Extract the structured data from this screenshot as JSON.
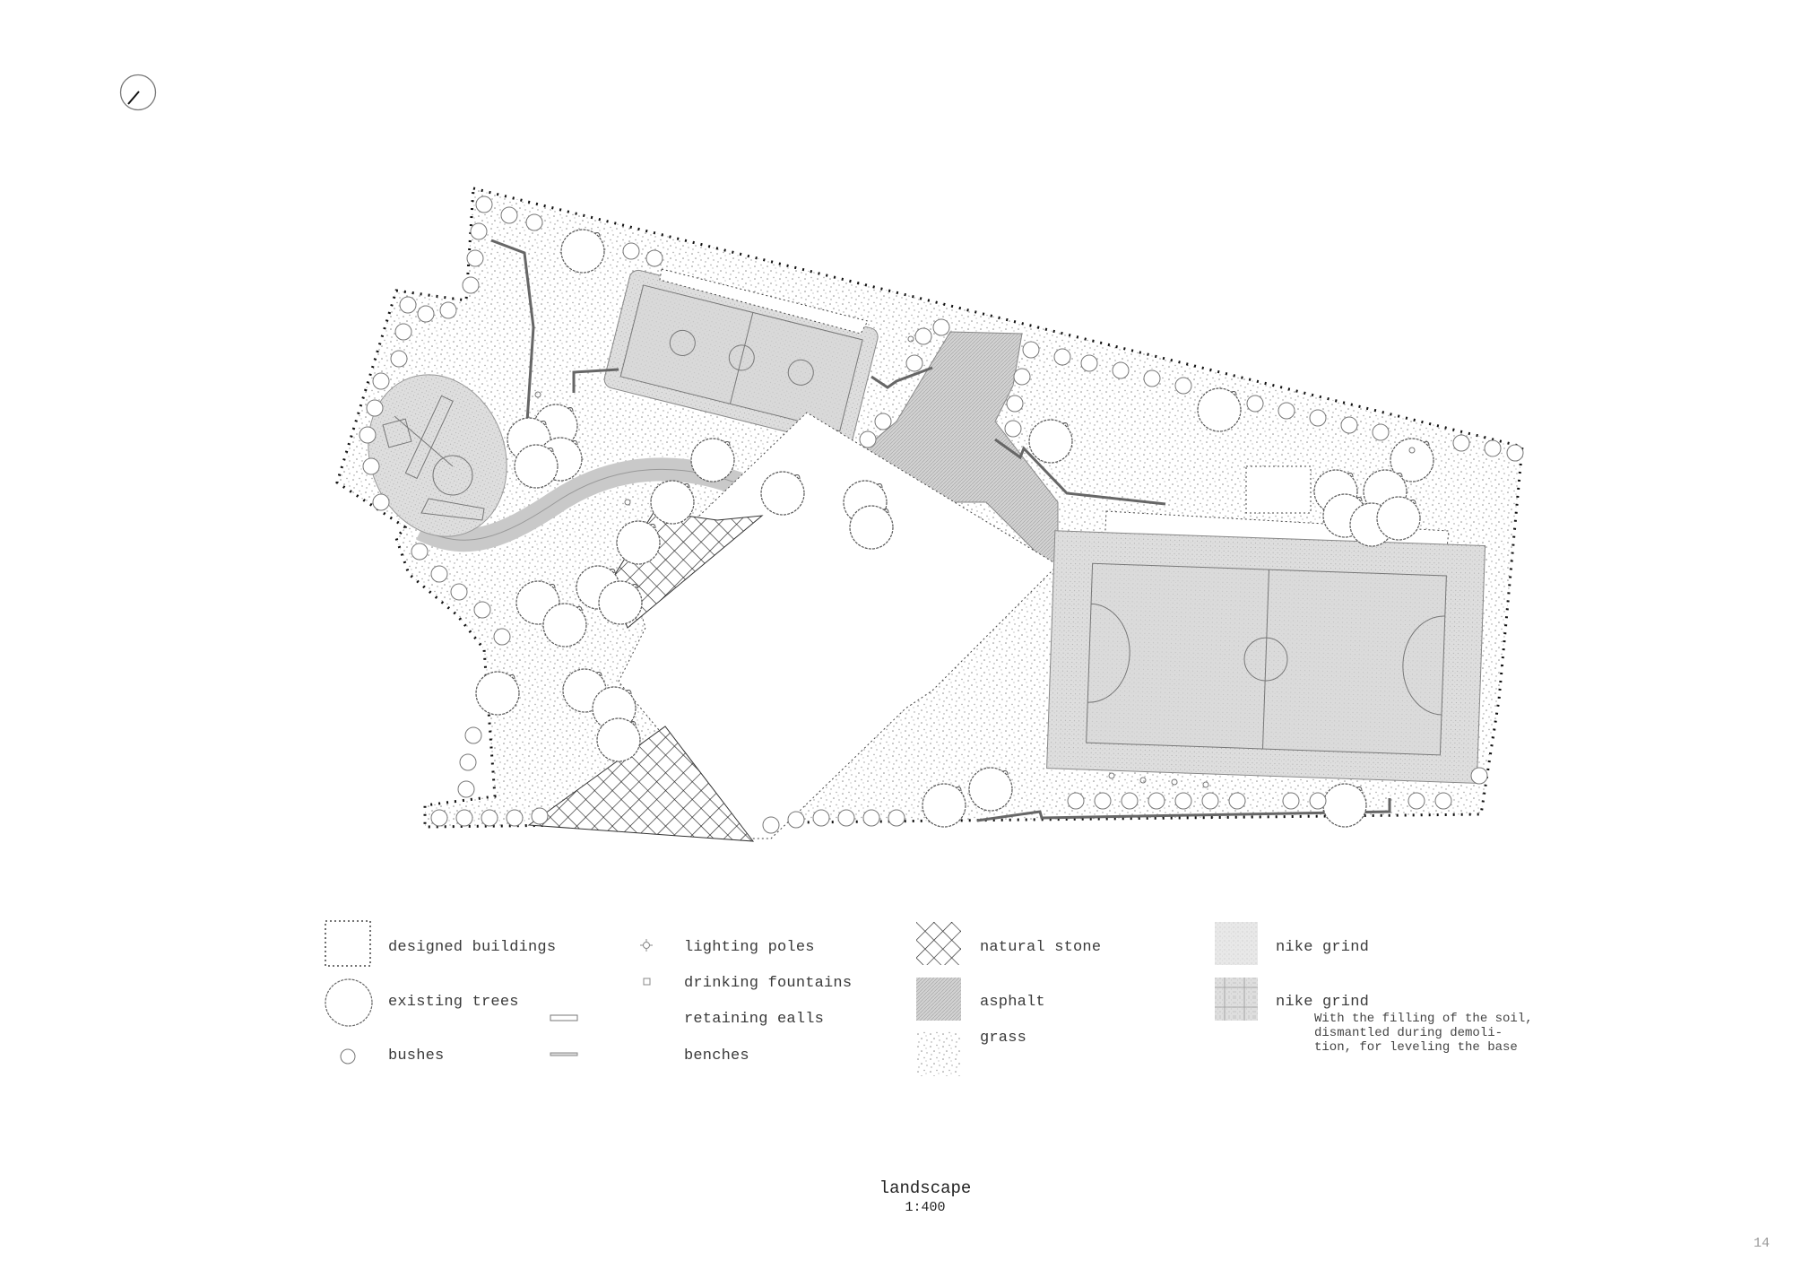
{
  "sheet": {
    "title": "landscape",
    "scale": "1:400",
    "page_number": "14",
    "north_arrow": "north-arrow-icon"
  },
  "plan": {
    "features": [
      "dotted site boundary",
      "basketball court",
      "football / futsal court",
      "playground oval with play equipment",
      "curved footpath",
      "asphalt paths",
      "natural stone areas",
      "designed buildings (white footprints)",
      "existing trees",
      "bushes along boundary",
      "retaining walls",
      "benches",
      "lighting poles",
      "drinking fountains"
    ]
  },
  "legend": {
    "col1": [
      {
        "icon": "designed-buildings-swatch",
        "label": "designed buildings"
      },
      {
        "icon": "existing-tree-icon",
        "label": "existing trees"
      },
      {
        "icon": "bush-icon",
        "label": "bushes"
      }
    ],
    "col2": [
      {
        "icon": "lighting-pole-icon",
        "label": "lighting poles"
      },
      {
        "icon": "drinking-fountain-icon",
        "label": "drinking fountains"
      },
      {
        "icon": "retaining-wall-icon",
        "label": "retaining ealls"
      },
      {
        "icon": "bench-icon",
        "label": "benches"
      }
    ],
    "col3": [
      {
        "icon": "natural-stone-swatch",
        "label": "natural stone"
      },
      {
        "icon": "asphalt-swatch",
        "label": "asphalt"
      },
      {
        "icon": "grass-swatch",
        "label": "grass"
      }
    ],
    "col4": [
      {
        "icon": "nike-grind-swatch",
        "label": "nike grind"
      },
      {
        "icon": "nike-grind-grid-swatch",
        "label": "nike grind",
        "note": "With the filling of the soil,\ndismantled during demoli-\ntion, for leveling the base"
      }
    ]
  },
  "colors": {
    "line": "#555555",
    "boundary": "#111111",
    "grass_dot": "#8a8a8a",
    "asphalt": "#cfcfcf",
    "nike_grind": "#dcdcdc",
    "court": "#d6d6d6"
  }
}
